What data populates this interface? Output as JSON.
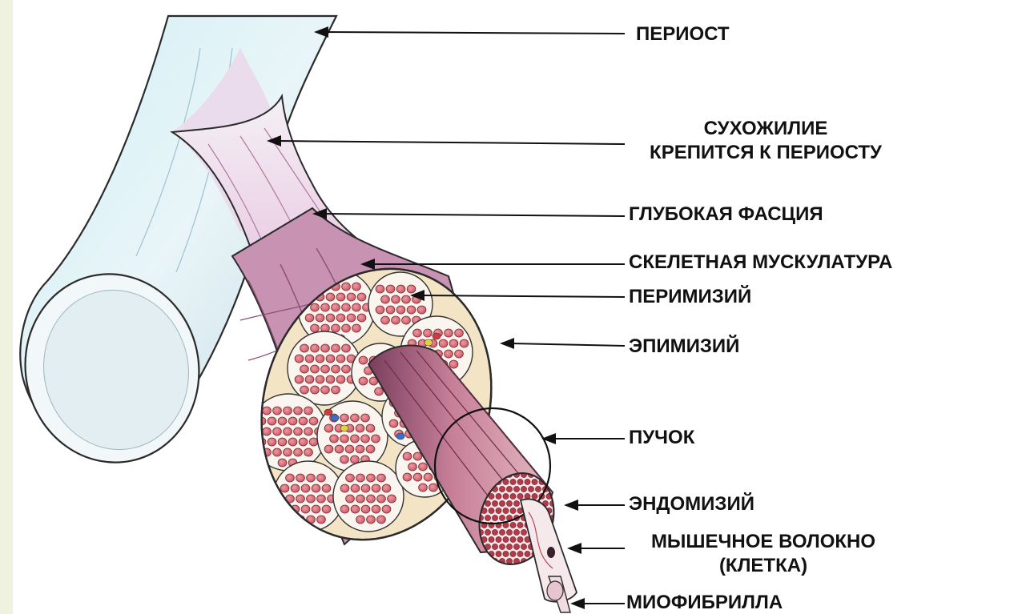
{
  "labels": {
    "periosteum": "ПЕРИОСТ",
    "tendon_line1": "СУХОЖИЛИЕ",
    "tendon_line2": "КРЕПИТСЯ К ПЕРИОСТУ",
    "deep_fascia": "ГЛУБОКАЯ ФАСЦИЯ",
    "skeletal_muscle": "СКЕЛЕТНАЯ МУСКУЛАТУРА",
    "perimysium": "ПЕРИМИЗИЙ",
    "epimysium": "ЭПИМИЗИЙ",
    "fascicle": "ПУЧОК",
    "endomysium": "ЭНДОМИЗИЙ",
    "muscle_fiber_line1": "МЫШЕЧНОЕ ВОЛОКНО",
    "muscle_fiber_line2": "(КЛЕТКА)",
    "myofibril": "МИОФИБРИЛЛА"
  },
  "colors": {
    "bone": "#e8f4f7",
    "bone_shadow": "#bcd6e0",
    "tendon": "#f1e1ef",
    "muscle": "#c98fb4",
    "muscle_dark": "#8d4f6f",
    "fiber": "#d9707a",
    "fiber_dark": "#a0353d",
    "connective": "#f3e4c6",
    "outline": "#2b2b2b",
    "arrow": "#111111"
  }
}
